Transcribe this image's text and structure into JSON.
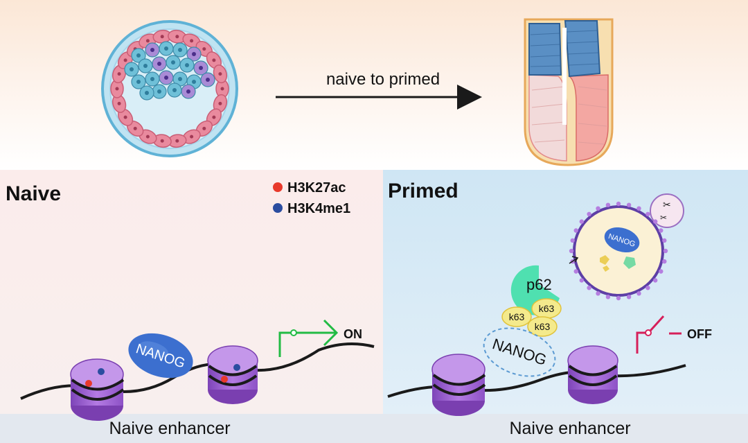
{
  "transition": {
    "label": "naive to primed"
  },
  "naive_panel": {
    "title": "Naive",
    "footer": "Naive enhancer",
    "tf_label": "NANOG",
    "state_label": "ON"
  },
  "primed_panel": {
    "title": "Primed",
    "footer": "Naive enhancer",
    "tf_label": "NANOG",
    "adaptor_label": "p62",
    "ubiquitin_label": "k63",
    "autophagosome_cargo_label": "NANOG",
    "state_label": "OFF"
  },
  "legend": {
    "items": [
      {
        "label": "H3K27ac",
        "color": "#e8392b"
      },
      {
        "label": "H3K4me1",
        "color": "#2b4da0"
      }
    ]
  },
  "colors": {
    "switch_on": "#22bb44",
    "switch_off": "#d61f5a",
    "nucleosome": "#9a5fd0",
    "nanog": "#3c6fcf",
    "p62": "#4fe0b0",
    "k63": "#f4ea8c"
  }
}
